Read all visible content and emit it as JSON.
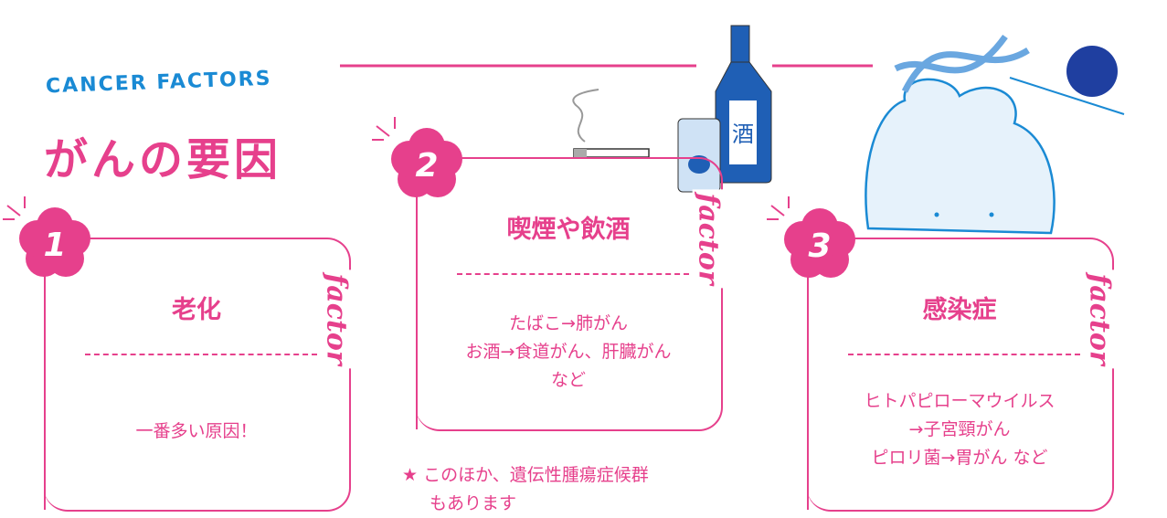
{
  "header": {
    "subtitle": "CANCER FACTORS",
    "title": "がんの要因"
  },
  "factor_label": "factor",
  "factors": [
    {
      "number": "1",
      "title": "老化",
      "body": [
        "一番多い原因！"
      ]
    },
    {
      "number": "2",
      "title": "喫煙や飲酒",
      "body": [
        "たばこ→肺がん",
        "お酒→食道がん、肝臓がん",
        "など"
      ]
    },
    {
      "number": "3",
      "title": "感染症",
      "body": [
        "ヒトパピローマウイルス",
        "→子宮頸がん",
        "ピロリ菌→胃がん など"
      ]
    }
  ],
  "note": {
    "icon": "star-icon",
    "lines": [
      "このほか、遺伝性腫瘍症候群",
      "もあります"
    ]
  },
  "illustrations": {
    "bottle_label": "酒"
  },
  "colors": {
    "pink": "#e6408c",
    "blue": "#1a8ad4"
  }
}
